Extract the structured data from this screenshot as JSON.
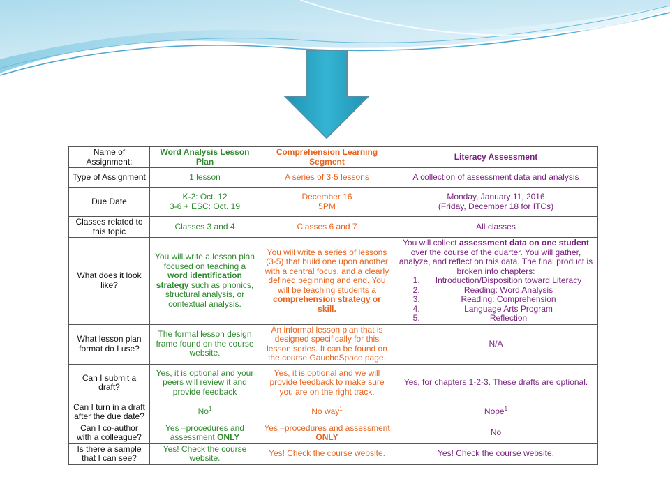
{
  "table": {
    "headers": {
      "q": "Name of Assignment:",
      "col1": "Word Analysis Lesson Plan",
      "col2": "Comprehension Learning Segment",
      "col3": "Literacy Assessment"
    },
    "rows": [
      {
        "q": "Type of Assignment",
        "c1": "1 lesson",
        "c2": "A series of 3-5 lessons",
        "c3": "A collection of assessment data and analysis"
      },
      {
        "q": "Due Date",
        "c1a": "K-2: Oct. 12",
        "c1b": "3-6 + ESC: Oct. 19",
        "c2a": "December 16",
        "c2b": "5PM",
        "c3a": "Monday, January 11, 2016",
        "c3b": "(Friday, December 18 for ITCs)"
      },
      {
        "q": "Classes related to this topic",
        "c1": "Classes 3 and 4",
        "c2": "Classes 6 and 7",
        "c3": "All classes"
      },
      {
        "q": "What does it look like?",
        "c1_pre": "You will write a lesson plan focused on teaching a ",
        "c1_bold": "word identification strategy",
        "c1_post": " such as phonics, structural analysis, or contextual analysis.",
        "c2_pre": "You will write a series of lessons (3-5) that build one upon another with a central focus, and a clearly defined beginning and end. You will be teaching students a ",
        "c2_bold": "comprehension strategy or skill.",
        "c3_pre": "You will collect ",
        "c3_bold": "assessment data on one student",
        "c3_post": " over the course of the quarter. You will gather, analyze, and reflect on this data. The final product is broken into chapters:",
        "c3_chapters": [
          "Introduction/Disposition toward Literacy",
          "Reading: Word Analysis",
          "Reading: Comprehension",
          "Language Arts Program",
          "Reflection"
        ]
      },
      {
        "q": "What lesson plan format do I use?",
        "c1": "The formal lesson design frame found on the course website.",
        "c2": "An informal lesson plan that is designed specifically for this lesson series. It can be found on the course GauchoSpace page.",
        "c3": "N/A"
      },
      {
        "q": "Can I submit a draft?",
        "c1_pre": "Yes, it is ",
        "c1_u": "optional",
        "c1_post": " and your peers will review it and provide feedback",
        "c2_pre": "Yes, it is ",
        "c2_u": "optional",
        "c2_post": " and we will provide feedback to make sure you are on the right track.",
        "c3_pre": "Yes, for chapters 1-2-3. These drafts are ",
        "c3_u": "optional",
        "c3_post": "."
      },
      {
        "q": "Can I turn in a draft after the due date?",
        "c1": "No",
        "c1_sup": "1",
        "c2": "No way",
        "c2_sup": "1",
        "c3": "Nope",
        "c3_sup": "1"
      },
      {
        "q": "Can I co-author with a colleague?",
        "c1_pre": "Yes –procedures and assessment ",
        "c1_u": "ONLY",
        "c2_pre": "Yes –procedures and assessment ",
        "c2_u": "ONLY",
        "c3": "No"
      },
      {
        "q": "Is there a sample that I can see?",
        "c1": "Yes! Check the course website.",
        "c2": "Yes! Check the course website.",
        "c3": "Yes! Check the course website."
      }
    ]
  },
  "colors": {
    "question": "#111111",
    "word_analysis": "#2f8a2f",
    "comprehension": "#e8641e",
    "literacy": "#7a1f7f",
    "arrow": "#2aa7c4",
    "wave": "#9fd6ea"
  },
  "decor": {
    "arrow_icon": "down-arrow-icon",
    "header_decoration": "blue-waves"
  }
}
